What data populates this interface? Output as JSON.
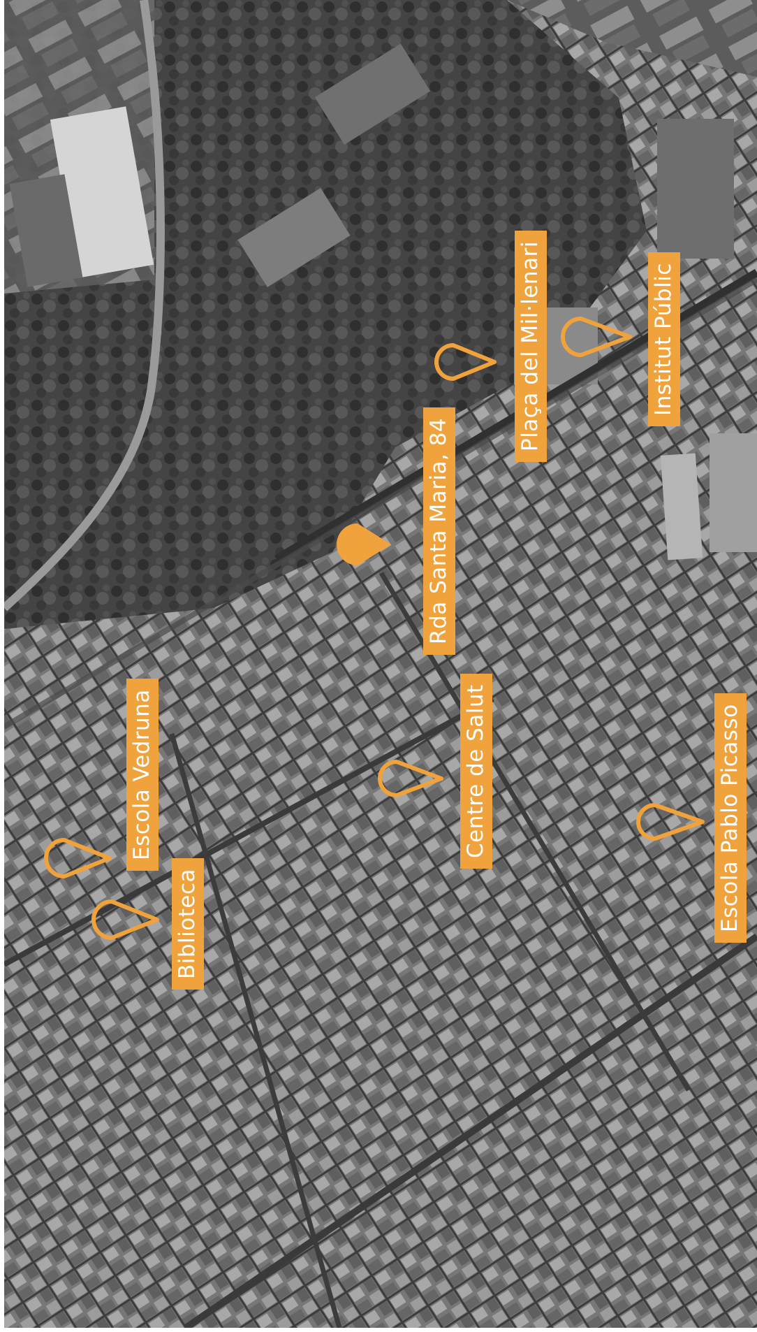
{
  "map": {
    "style": "grayscale aerial photograph, rotated 90 degrees",
    "accent_color": "#f0a33c",
    "main_marker": {
      "label": "Rda Santa Maria, 84",
      "icon": "filled-map-pin-icon"
    },
    "poi_markers": [
      {
        "label": "Plaça del Mil·lenari",
        "icon": "outline-map-pin-icon"
      },
      {
        "label": "Institut Públic",
        "icon": "outline-map-pin-icon"
      },
      {
        "label": "Centre de Salut",
        "icon": "outline-map-pin-icon"
      },
      {
        "label": "Escola Pablo Picasso",
        "icon": "outline-map-pin-icon"
      },
      {
        "label": "Escola Vedruna",
        "icon": "outline-map-pin-icon"
      },
      {
        "label": "Biblioteca",
        "icon": "outline-map-pin-icon"
      }
    ]
  }
}
